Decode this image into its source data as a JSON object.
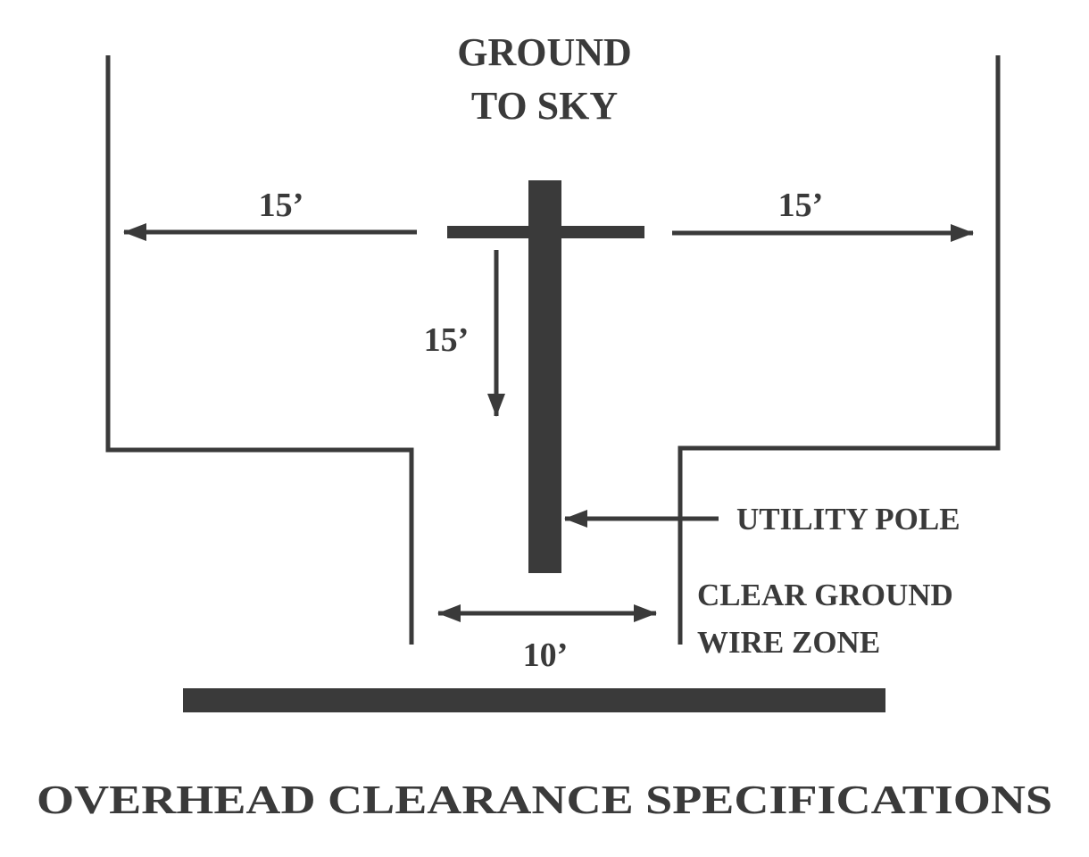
{
  "labels": {
    "top_line1": "GROUND",
    "top_line2": "TO SKY",
    "left_distance": "15’",
    "right_distance": "15’",
    "down_distance": "15’",
    "utility_pole": "UTILITY POLE",
    "clear_line1": "CLEAR GROUND",
    "clear_line2": "WIRE ZONE",
    "width_distance": "10’",
    "title": "OVERHEAD CLEARANCE SPECIFICATIONS"
  },
  "colors": {
    "ink": "#3a3a3a",
    "background": "#ffffff"
  }
}
